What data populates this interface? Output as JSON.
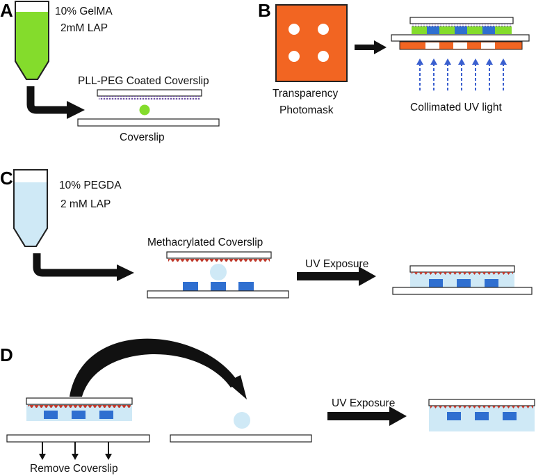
{
  "panels": {
    "a": {
      "letter": "A",
      "solution_line1": "10% GelMA",
      "solution_line2": "2mM LAP",
      "top_coverslip_label": "PLL-PEG Coated Coverslip",
      "bottom_coverslip_label": "Coverslip"
    },
    "b": {
      "letter": "B",
      "photomask_label_line1": "Transparency",
      "photomask_label_line2": "Photomask",
      "uv_label": "Collimated UV light"
    },
    "c": {
      "letter": "C",
      "solution_line1": "10% PEGDA",
      "solution_line2": "2 mM LAP",
      "coverslip_label": "Methacrylated Coverslip",
      "uv_label": "UV Exposure"
    },
    "d": {
      "letter": "D",
      "remove_label": "Remove Coverslip",
      "uv_label": "UV Exposure"
    }
  },
  "colors": {
    "gelma_green": "#84dc2c",
    "pegda_blue": "#cfe9f6",
    "photomask_orange": "#f26522",
    "pattern_blue": "#2f6fd0",
    "uv_arrow_blue": "#3a5fcf",
    "peg_coating_purple": "#6b4fa0",
    "methacrylate_red": "#c0392b"
  }
}
